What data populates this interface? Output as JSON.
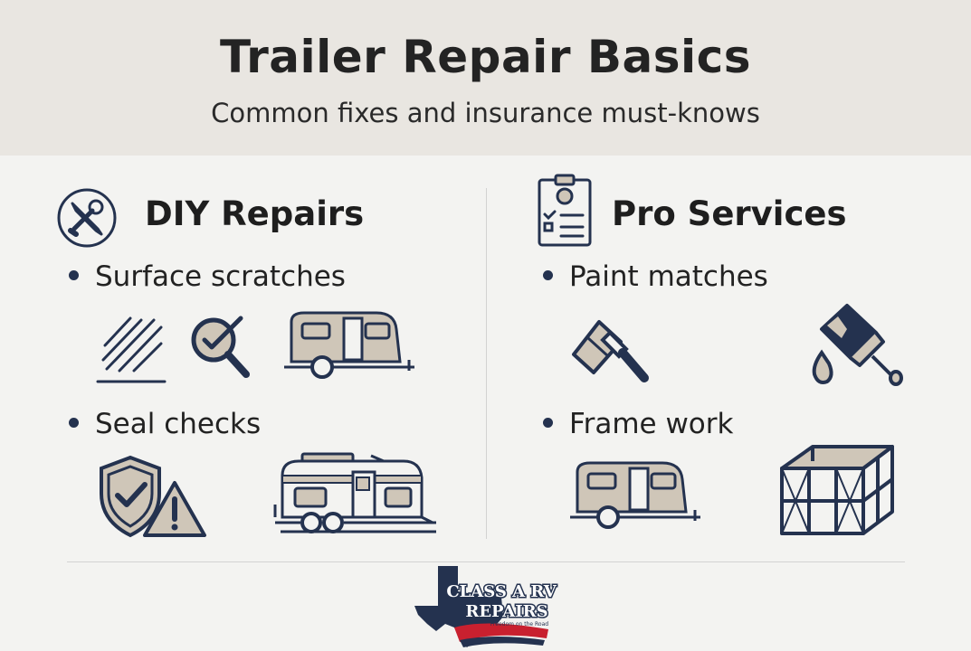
{
  "header": {
    "title": "Trailer Repair Basics",
    "subtitle": "Common fixes and insurance must-knows"
  },
  "diy": {
    "title": "DIY Repairs",
    "header_icon": "wrench-screwdriver-icon",
    "items": [
      {
        "label": "Surface scratches",
        "icons": [
          "scratch-marks-icon",
          "inspect-magnifier-icon",
          "camper-trailer-icon"
        ]
      },
      {
        "label": "Seal checks",
        "icons": [
          "shield-check-icon",
          "warning-triangle-icon",
          "travel-trailer-icon"
        ]
      }
    ]
  },
  "pro": {
    "title": "Pro Services",
    "header_icon": "clipboard-checklist-icon",
    "items": [
      {
        "label": "Paint matches",
        "icons": [
          "paint-brush-icon",
          "paint-brush-drip-icon"
        ]
      },
      {
        "label": "Frame work",
        "icons": [
          "camper-trailer-icon",
          "frame-cage-icon"
        ]
      }
    ]
  },
  "logo": {
    "line1": "CLASS A RV",
    "line2": "REPAIRS",
    "tagline": "Freedom on the Road"
  },
  "colors": {
    "navy": "#24324f",
    "beige": "#cfc6b8",
    "header_bg": "#e9e6e1",
    "page_bg": "#f3f3f1",
    "logo_red": "#c8202f"
  }
}
